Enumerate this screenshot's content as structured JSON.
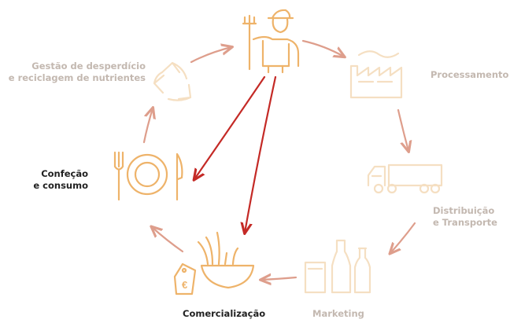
{
  "labels": {
    "waste": [
      "Gestão de desperdício",
      "e reciclagem de nutrientes"
    ],
    "processing": [
      "Processamento"
    ],
    "distribution": [
      "Distribuição",
      "e Transporte"
    ],
    "marketing": [
      "Marketing"
    ],
    "sales": [
      "Comercialização"
    ],
    "consumption": [
      "Confeção",
      "e consumo"
    ]
  },
  "icons": {
    "farmer": "farmer-with-pitchfork-icon",
    "factory": "factory-icon",
    "truck": "truck-icon",
    "bottles": "bottles-and-jars-icon",
    "basket": "produce-basket-with-price-tag-icon",
    "plate": "fork-plate-knife-icon",
    "recycle": "recycle-icon"
  },
  "price_tag_symbol": "€",
  "colors": {
    "cycle_arrow": "#de9e8c",
    "shortcut_arrow": "#c42a26",
    "active_icon": "#eeb36a",
    "faded_icon": "#f5dfc2",
    "label_grey": "#c3b8b0",
    "label_dark": "#222222"
  }
}
